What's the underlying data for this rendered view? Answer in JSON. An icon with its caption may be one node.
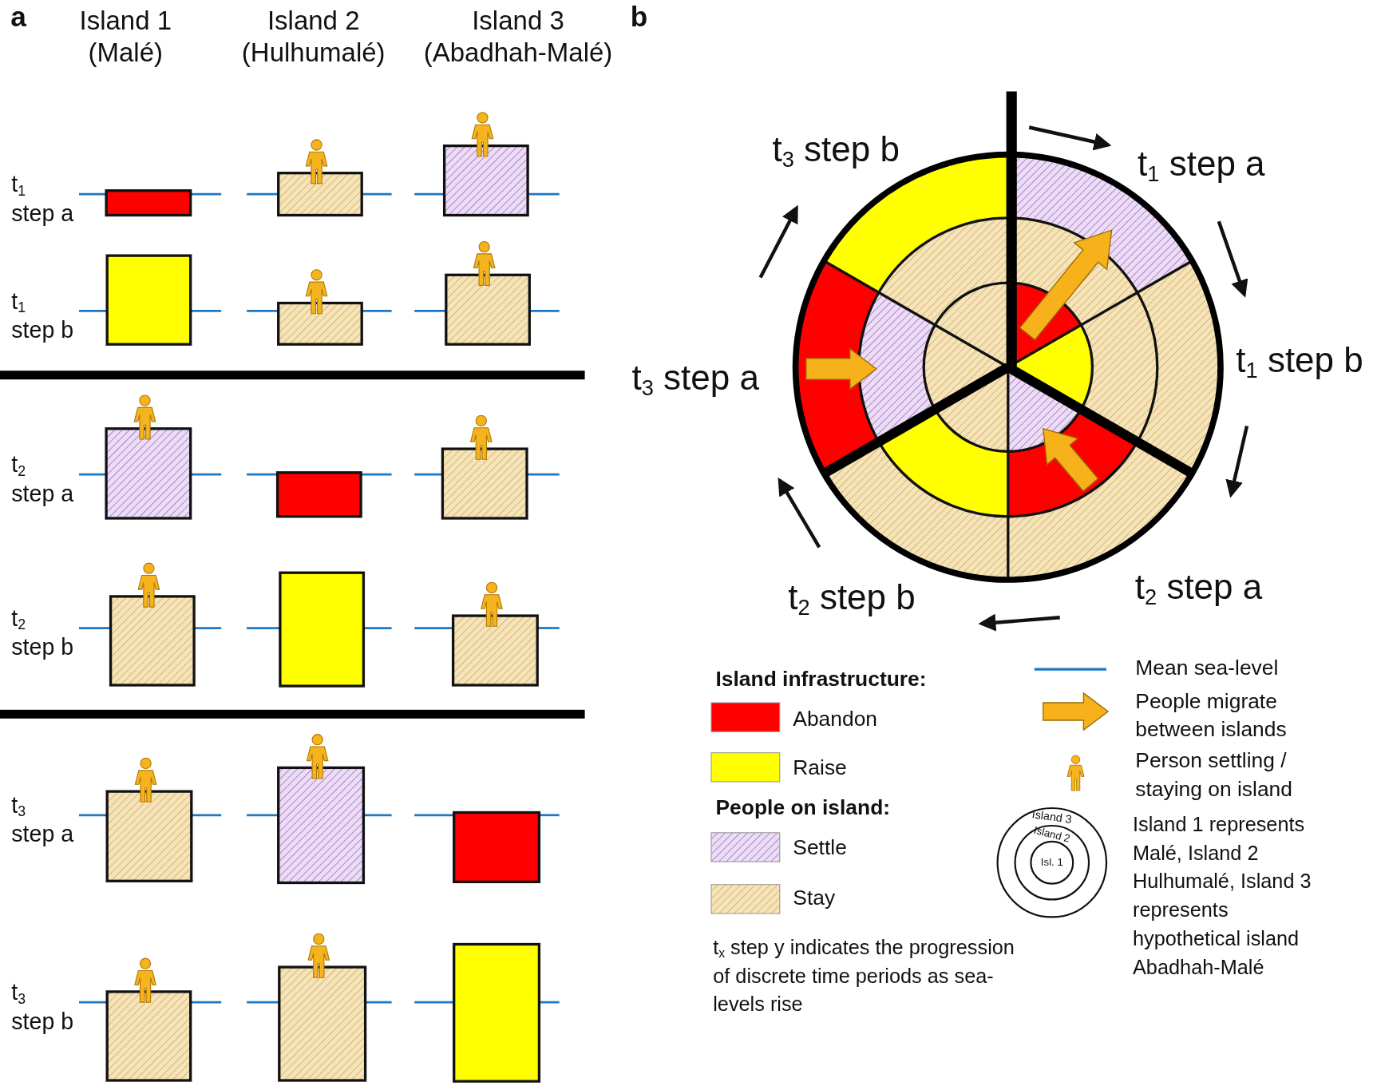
{
  "diagram": {
    "labels": [
      "a",
      "Island 1 (Malé)",
      "Island 2 (Hulhumalé)",
      "Island 3 (Abadhah-Malé)",
      "b",
      "t$_{1}$ step a",
      "t$_{1}$ step b",
      "t$_{2}$ step a",
      "t$_{2}$ step b",
      "t$_{3}$ step a",
      "t$_{3}$ step b",
      "t$_{3}$ step b",
      "t$_{1}$ step a",
      "t$_{3}$ step a",
      "t$_{1}$ step b",
      "t$_{2}$ step b",
      "t$_{2}$ step a",
      "Island infrastructure:",
      "People on island:",
      "Island 3",
      "Island 2",
      "Isl. 1",
      "Island 1 represents Malé, Island 2 Hulhumalé, Island 3 represents hypothetical island Abadhah-Malé",
      "t$_{x}$ step y indicates the progression of discrete time periods as sea-levels rise"
    ],
    "legend": [
      {
        "text": "Abandon",
        "color": "#ff0000"
      },
      {
        "text": "Raise",
        "color": "#ffff00"
      },
      {
        "text": "Settle"
      },
      {
        "text": "Stay"
      },
      {
        "text": "Mean sea-level"
      },
      {
        "text": "People migrate between islands"
      },
      {
        "text": "Person settling / staying on island"
      }
    ]
  }
}
